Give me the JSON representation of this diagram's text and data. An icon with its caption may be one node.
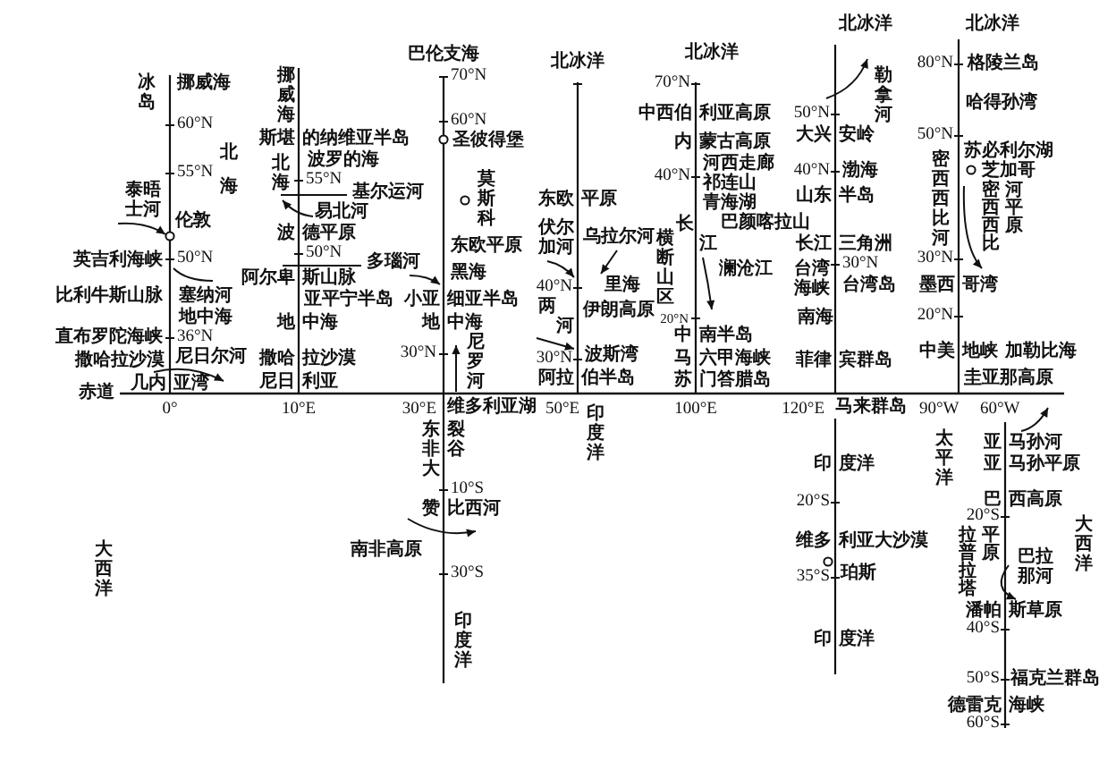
{
  "diagram": {
    "labels": [
      "冰岛",
      "挪威海",
      "60°N",
      "北海",
      "55°N",
      "泰晤士河",
      "伦敦",
      "英吉利海峡",
      "50°N",
      "比利牛斯山脉",
      "塞纳河",
      "地中海",
      "直布罗陀海峡",
      "36°N",
      "撒哈拉沙漠",
      "尼日尔河",
      "几内亚湾",
      "赤道",
      "0°",
      "挪威海",
      "斯堪的纳维亚半岛",
      "北海",
      "波罗的海",
      "55°N",
      "基尔运河",
      "易北河",
      "波德平原",
      "50°N",
      "多瑙河",
      "阿尔卑斯山脉",
      "亚平宁半岛",
      "地中海",
      "撒哈拉沙漠",
      "尼日利亚",
      "10°E",
      "巴伦支海",
      "70°N",
      "60°N",
      "圣彼得堡",
      "莫斯科",
      "东欧平原",
      "黑海",
      "小亚细亚半岛",
      "地中海",
      "30°N",
      "尼罗河",
      "30°E",
      "维多利亚湖",
      "东非大裂谷",
      "10°S",
      "赞比西河",
      "南非高原",
      "30°S",
      "印度洋",
      "北冰洋",
      "东欧平原",
      "伏尔加河",
      "乌拉尔河",
      "40°N",
      "里海",
      "两河",
      "伊朗高原",
      "30°N",
      "波斯湾",
      "阿拉伯半岛",
      "50°E",
      "印度洋",
      "北冰洋",
      "70°N",
      "中西伯利亚高原",
      "内蒙古高原",
      "河西走廊",
      "40°N",
      "祁连山",
      "青海湖",
      "长江",
      "巴颜喀拉山",
      "横断山区",
      "澜沧江",
      "20°N",
      "中南半岛",
      "马六甲海峡",
      "苏门答腊岛",
      "100°E",
      "北冰洋",
      "勒拿河",
      "50°N",
      "大兴安岭",
      "40°N",
      "渤海",
      "山东半岛",
      "长江三角洲",
      "30°N",
      "台湾海峡",
      "台湾岛",
      "南海",
      "菲律宾群岛",
      "120°E",
      "马来群岛",
      "印度洋",
      "20°S",
      "维多利亚大沙漠",
      "珀斯",
      "35°S",
      "印度洋",
      "北冰洋",
      "80°N",
      "格陵兰岛",
      "哈得孙湾",
      "50°N",
      "苏必利尔湖",
      "芝加哥",
      "密西西比河",
      "密西西比河平原",
      "30°N",
      "墨西哥湾",
      "20°N",
      "中美地峡",
      "加勒比海",
      "圭亚那高原",
      "90°W",
      "60°W",
      "太平洋",
      "亚马孙河",
      "亚马孙平原",
      "巴西高原",
      "20°S",
      "拉普拉塔平原",
      "巴拉那河",
      "大西洋",
      "潘帕斯草原",
      "40°S",
      "50°S",
      "福克兰群岛",
      "德雷克海峡",
      "60°S",
      "大西洋"
    ]
  }
}
